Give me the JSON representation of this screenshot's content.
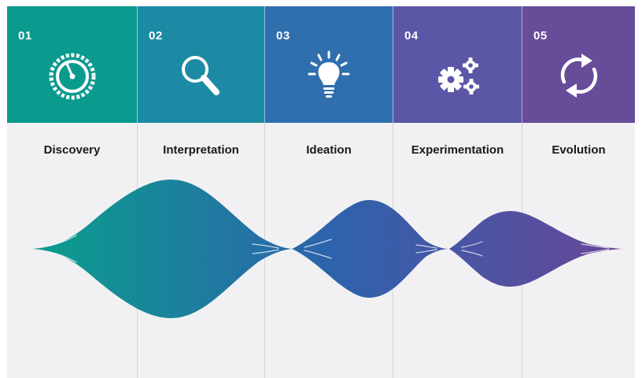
{
  "stages": [
    {
      "number": "01",
      "label": "Discovery",
      "icon": "gauge-icon",
      "color": "#0b9a8e"
    },
    {
      "number": "02",
      "label": "Interpretation",
      "icon": "magnifier-icon",
      "color": "#1c8aa4"
    },
    {
      "number": "03",
      "label": "Ideation",
      "icon": "lightbulb-icon",
      "color": "#2f6fae"
    },
    {
      "number": "04",
      "label": "Experimentation",
      "icon": "gears-icon",
      "color": "#5b57a6"
    },
    {
      "number": "05",
      "label": "Evolution",
      "icon": "cycle-arrows-icon",
      "color": "#674c99"
    }
  ],
  "wave": {
    "gradient_start": "#0a9e8c",
    "gradient_mid": "#2d63ad",
    "gradient_end": "#6a4598"
  }
}
